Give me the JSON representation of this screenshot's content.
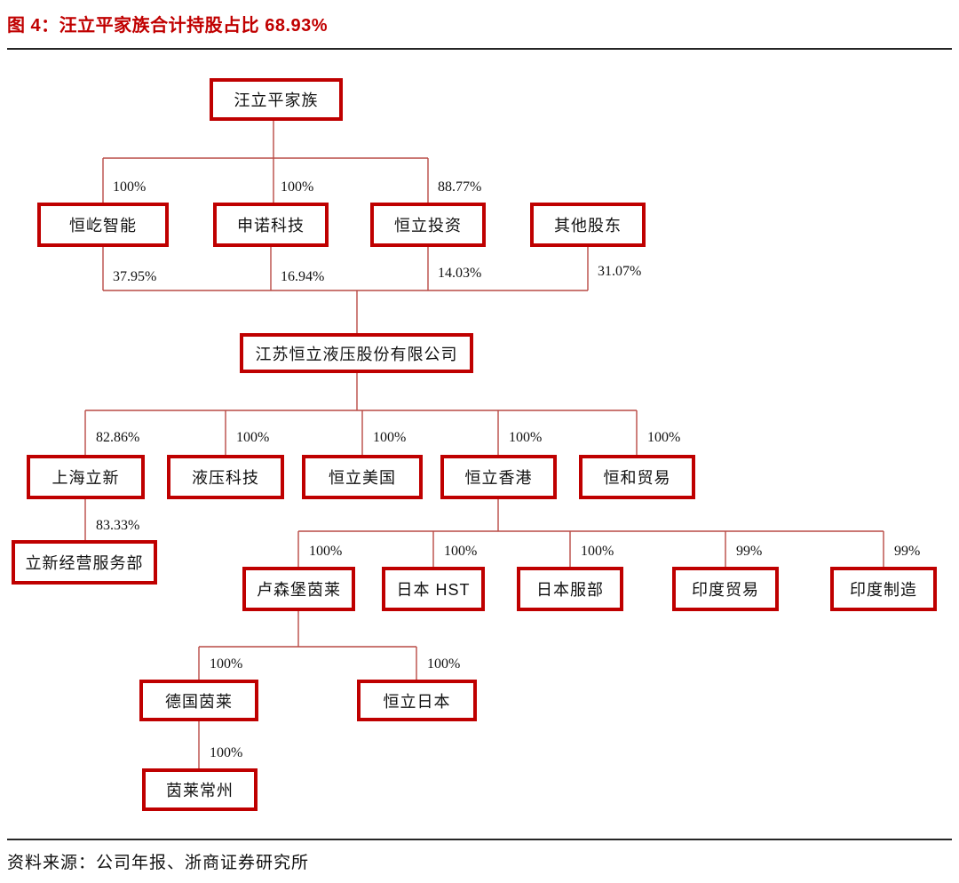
{
  "figure": {
    "title": "图 4：汪立平家族合计持股占比 68.93%",
    "total_family_holding": "68.93%",
    "source": "资料来源：公司年报、浙商证券研究所"
  },
  "colors": {
    "box_border_red": "#bf0000",
    "title_red": "#c00000",
    "connector_red": "#b84a45",
    "text_black": "#111111"
  },
  "nodes": [
    {
      "id": "wang-liping-family",
      "label": "汪立平家族"
    },
    {
      "id": "hengyi-zhineng",
      "label": "恒屹智能"
    },
    {
      "id": "shennuo-keji",
      "label": "申诺科技"
    },
    {
      "id": "hengli-touzi",
      "label": "恒立投资"
    },
    {
      "id": "qita-gudong",
      "label": "其他股东"
    },
    {
      "id": "jiangsu-hengli",
      "label": "江苏恒立液压股份有限公司"
    },
    {
      "id": "shanghai-lixin",
      "label": "上海立新"
    },
    {
      "id": "yeya-keji",
      "label": "液压科技"
    },
    {
      "id": "hengli-meiguo",
      "label": "恒立美国"
    },
    {
      "id": "hengli-xianggang",
      "label": "恒立香港"
    },
    {
      "id": "henghe-maoyi",
      "label": "恒和贸易"
    },
    {
      "id": "lixin-jingying-fuwubu",
      "label": "立新经营服务部"
    },
    {
      "id": "lusenbao-yinlai",
      "label": "卢森堡茵莱"
    },
    {
      "id": "riben-hst",
      "label": "日本 HST"
    },
    {
      "id": "riben-fubu",
      "label": "日本服部"
    },
    {
      "id": "yindu-maoyi",
      "label": "印度贸易"
    },
    {
      "id": "yindu-zhizao",
      "label": "印度制造"
    },
    {
      "id": "deguo-yinlai",
      "label": "德国茵莱"
    },
    {
      "id": "hengli-riben",
      "label": "恒立日本"
    },
    {
      "id": "yinlai-changzhou",
      "label": "茵莱常州"
    }
  ],
  "edges": [
    {
      "from": "汪立平家族",
      "to": "恒屹智能",
      "pct": "100%"
    },
    {
      "from": "汪立平家族",
      "to": "申诺科技",
      "pct": "100%"
    },
    {
      "from": "汪立平家族",
      "to": "恒立投资",
      "pct": "88.77%"
    },
    {
      "from": "恒屹智能",
      "to": "江苏恒立液压股份有限公司",
      "pct": "37.95%"
    },
    {
      "from": "申诺科技",
      "to": "江苏恒立液压股份有限公司",
      "pct": "16.94%"
    },
    {
      "from": "恒立投资",
      "to": "江苏恒立液压股份有限公司",
      "pct": "14.03%"
    },
    {
      "from": "其他股东",
      "to": "江苏恒立液压股份有限公司",
      "pct": "31.07%"
    },
    {
      "from": "江苏恒立液压股份有限公司",
      "to": "上海立新",
      "pct": "82.86%"
    },
    {
      "from": "江苏恒立液压股份有限公司",
      "to": "液压科技",
      "pct": "100%"
    },
    {
      "from": "江苏恒立液压股份有限公司",
      "to": "恒立美国",
      "pct": "100%"
    },
    {
      "from": "江苏恒立液压股份有限公司",
      "to": "恒立香港",
      "pct": "100%"
    },
    {
      "from": "江苏恒立液压股份有限公司",
      "to": "恒和贸易",
      "pct": "100%"
    },
    {
      "from": "上海立新",
      "to": "立新经营服务部",
      "pct": "83.33%"
    },
    {
      "from": "恒立香港",
      "to": "卢森堡茵莱",
      "pct": "100%"
    },
    {
      "from": "恒立香港",
      "to": "日本 HST",
      "pct": "100%"
    },
    {
      "from": "恒立香港",
      "to": "日本服部",
      "pct": "100%"
    },
    {
      "from": "恒立香港",
      "to": "印度贸易",
      "pct": "99%"
    },
    {
      "from": "恒立香港",
      "to": "印度制造",
      "pct": "99%"
    },
    {
      "from": "卢森堡茵莱",
      "to": "德国茵莱",
      "pct": "100%"
    },
    {
      "from": "卢森堡茵莱",
      "to": "恒立日本",
      "pct": "100%"
    },
    {
      "from": "德国茵莱",
      "to": "茵莱常州",
      "pct": "100%"
    }
  ]
}
